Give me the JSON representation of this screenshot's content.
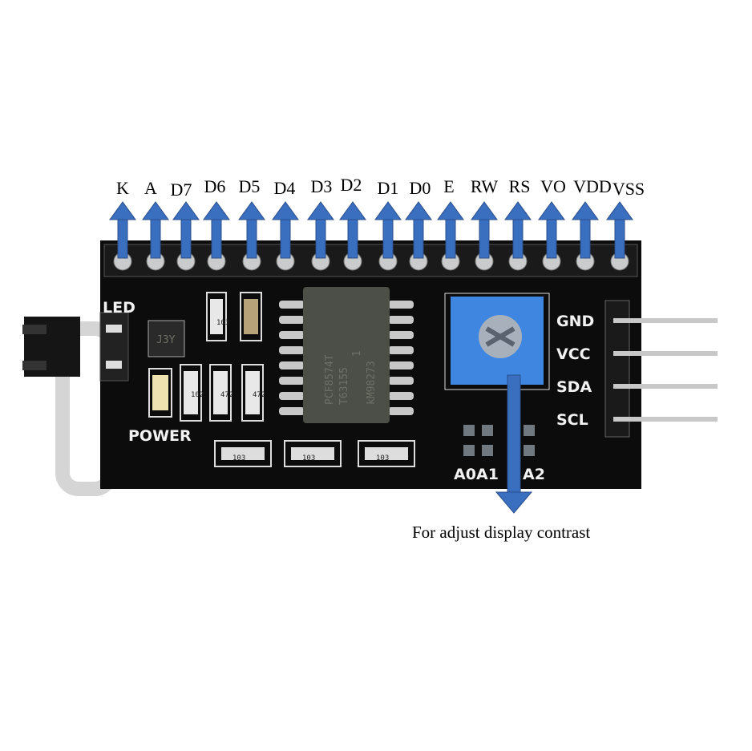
{
  "lcd_pins": [
    "K",
    "A",
    "D7",
    "D6",
    "D5",
    "D4",
    "D3",
    "D2",
    "D1",
    "D0",
    "E",
    "RW",
    "RS",
    "VO",
    "VDD",
    "VSS"
  ],
  "i2c_pins": [
    "GND",
    "VCC",
    "SDA",
    "SCL"
  ],
  "board_silkscreen": {
    "led": "LED",
    "power": "POWER",
    "address": [
      "A0",
      "A1",
      "A2"
    ],
    "regulator": "J3Y",
    "resistors": [
      "472",
      "102",
      "472",
      "472",
      "103",
      "103",
      "103"
    ]
  },
  "chip_markings": [
    "PCF8574T",
    "T63155",
    "1",
    "kM98273"
  ],
  "caption": "For adjust display contrast",
  "colors": {
    "arrow": "#3a6fc0",
    "arrow_edge": "#2a4f8a",
    "board": "#0c0c0c",
    "potentiometer": "#3f86e0"
  }
}
